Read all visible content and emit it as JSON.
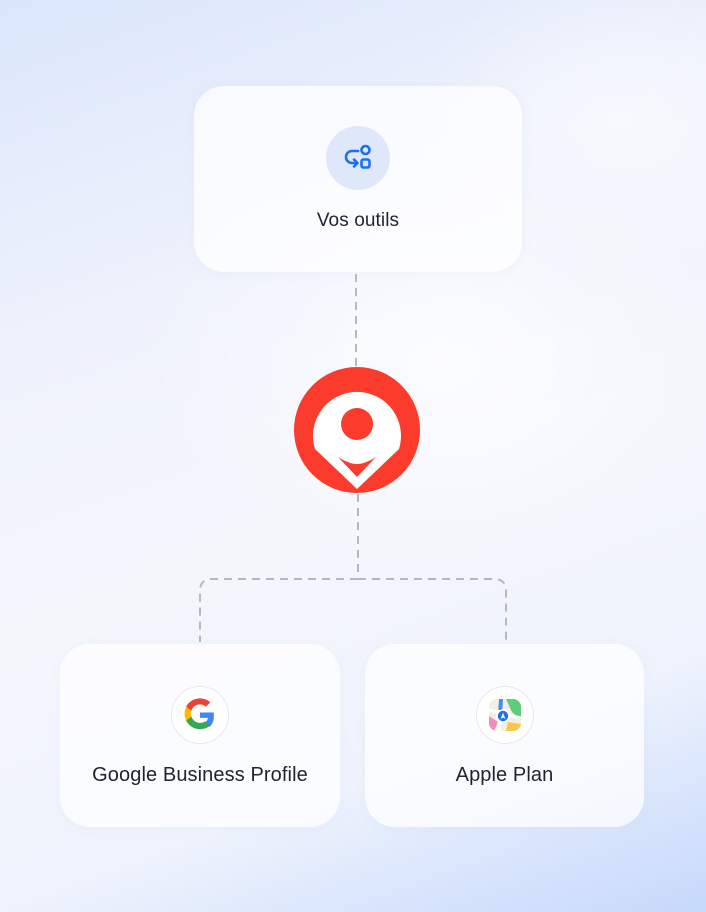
{
  "nodes": {
    "tools": {
      "label": "Vos outils",
      "icon": "tools-icon",
      "accent": "#1d6ff2"
    },
    "hub": {
      "icon": "location-pin-icon",
      "color": "#fb3c2d"
    },
    "google": {
      "label": "Google Business Profile",
      "icon": "google-icon"
    },
    "apple": {
      "label": "Apple Plan",
      "icon": "apple-maps-icon"
    }
  },
  "connector_style": {
    "color": "#b8b8bc",
    "style": "dashed"
  }
}
